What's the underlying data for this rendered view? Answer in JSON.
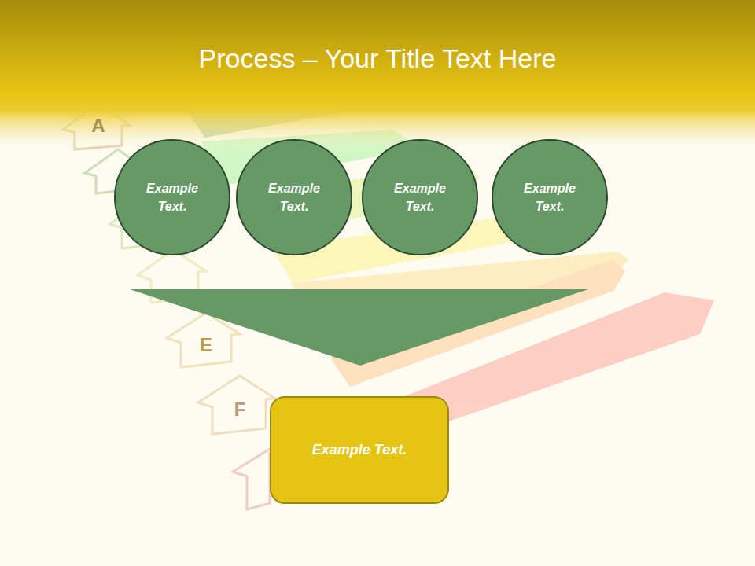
{
  "diagram": {
    "title": "Process – Your Title Text Here",
    "nodes": [
      {
        "text": [
          "Example Text."
        ]
      },
      {
        "text": [
          "Example Text."
        ]
      },
      {
        "text": [
          "Example Text."
        ]
      },
      {
        "text": [
          "Example Text."
        ]
      },
      {
        "text": [
          "Example Text."
        ]
      }
    ],
    "labels": [
      "A",
      "E",
      "F"
    ]
  }
}
